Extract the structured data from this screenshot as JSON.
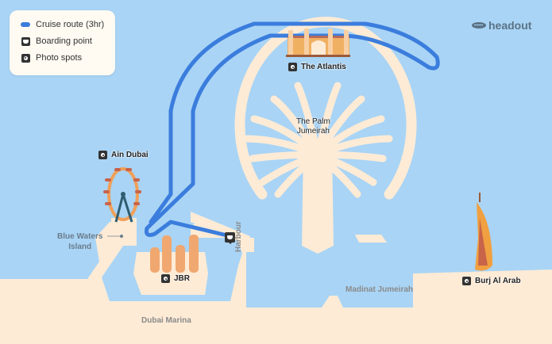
{
  "legend": {
    "items": [
      {
        "icon": "route-line",
        "label": "Cruise route (3hr)",
        "color": "#3b7ddd"
      },
      {
        "icon": "boarding-point-icon",
        "label": "Boarding point"
      },
      {
        "icon": "photo-spot-icon",
        "label": "Photo spots"
      }
    ]
  },
  "brand": {
    "name": "headout"
  },
  "photo_spots": [
    {
      "label": "The Atlantis"
    },
    {
      "label": "Ain Dubai"
    },
    {
      "label": "JBR"
    },
    {
      "label": "Burj Al Arab"
    }
  ],
  "places": {
    "palm_line1": "The Palm",
    "palm_line2": "Jumeirah",
    "blue_waters_line1": "Blue Waters",
    "blue_waters_line2": "Island",
    "harbour": "Harbour",
    "madinat": "Madinat Jumeirah",
    "marina": "Dubai Marina"
  },
  "colors": {
    "water": "#a9d4f5",
    "land": "#fdebd6",
    "route": "#3b7ddd"
  }
}
